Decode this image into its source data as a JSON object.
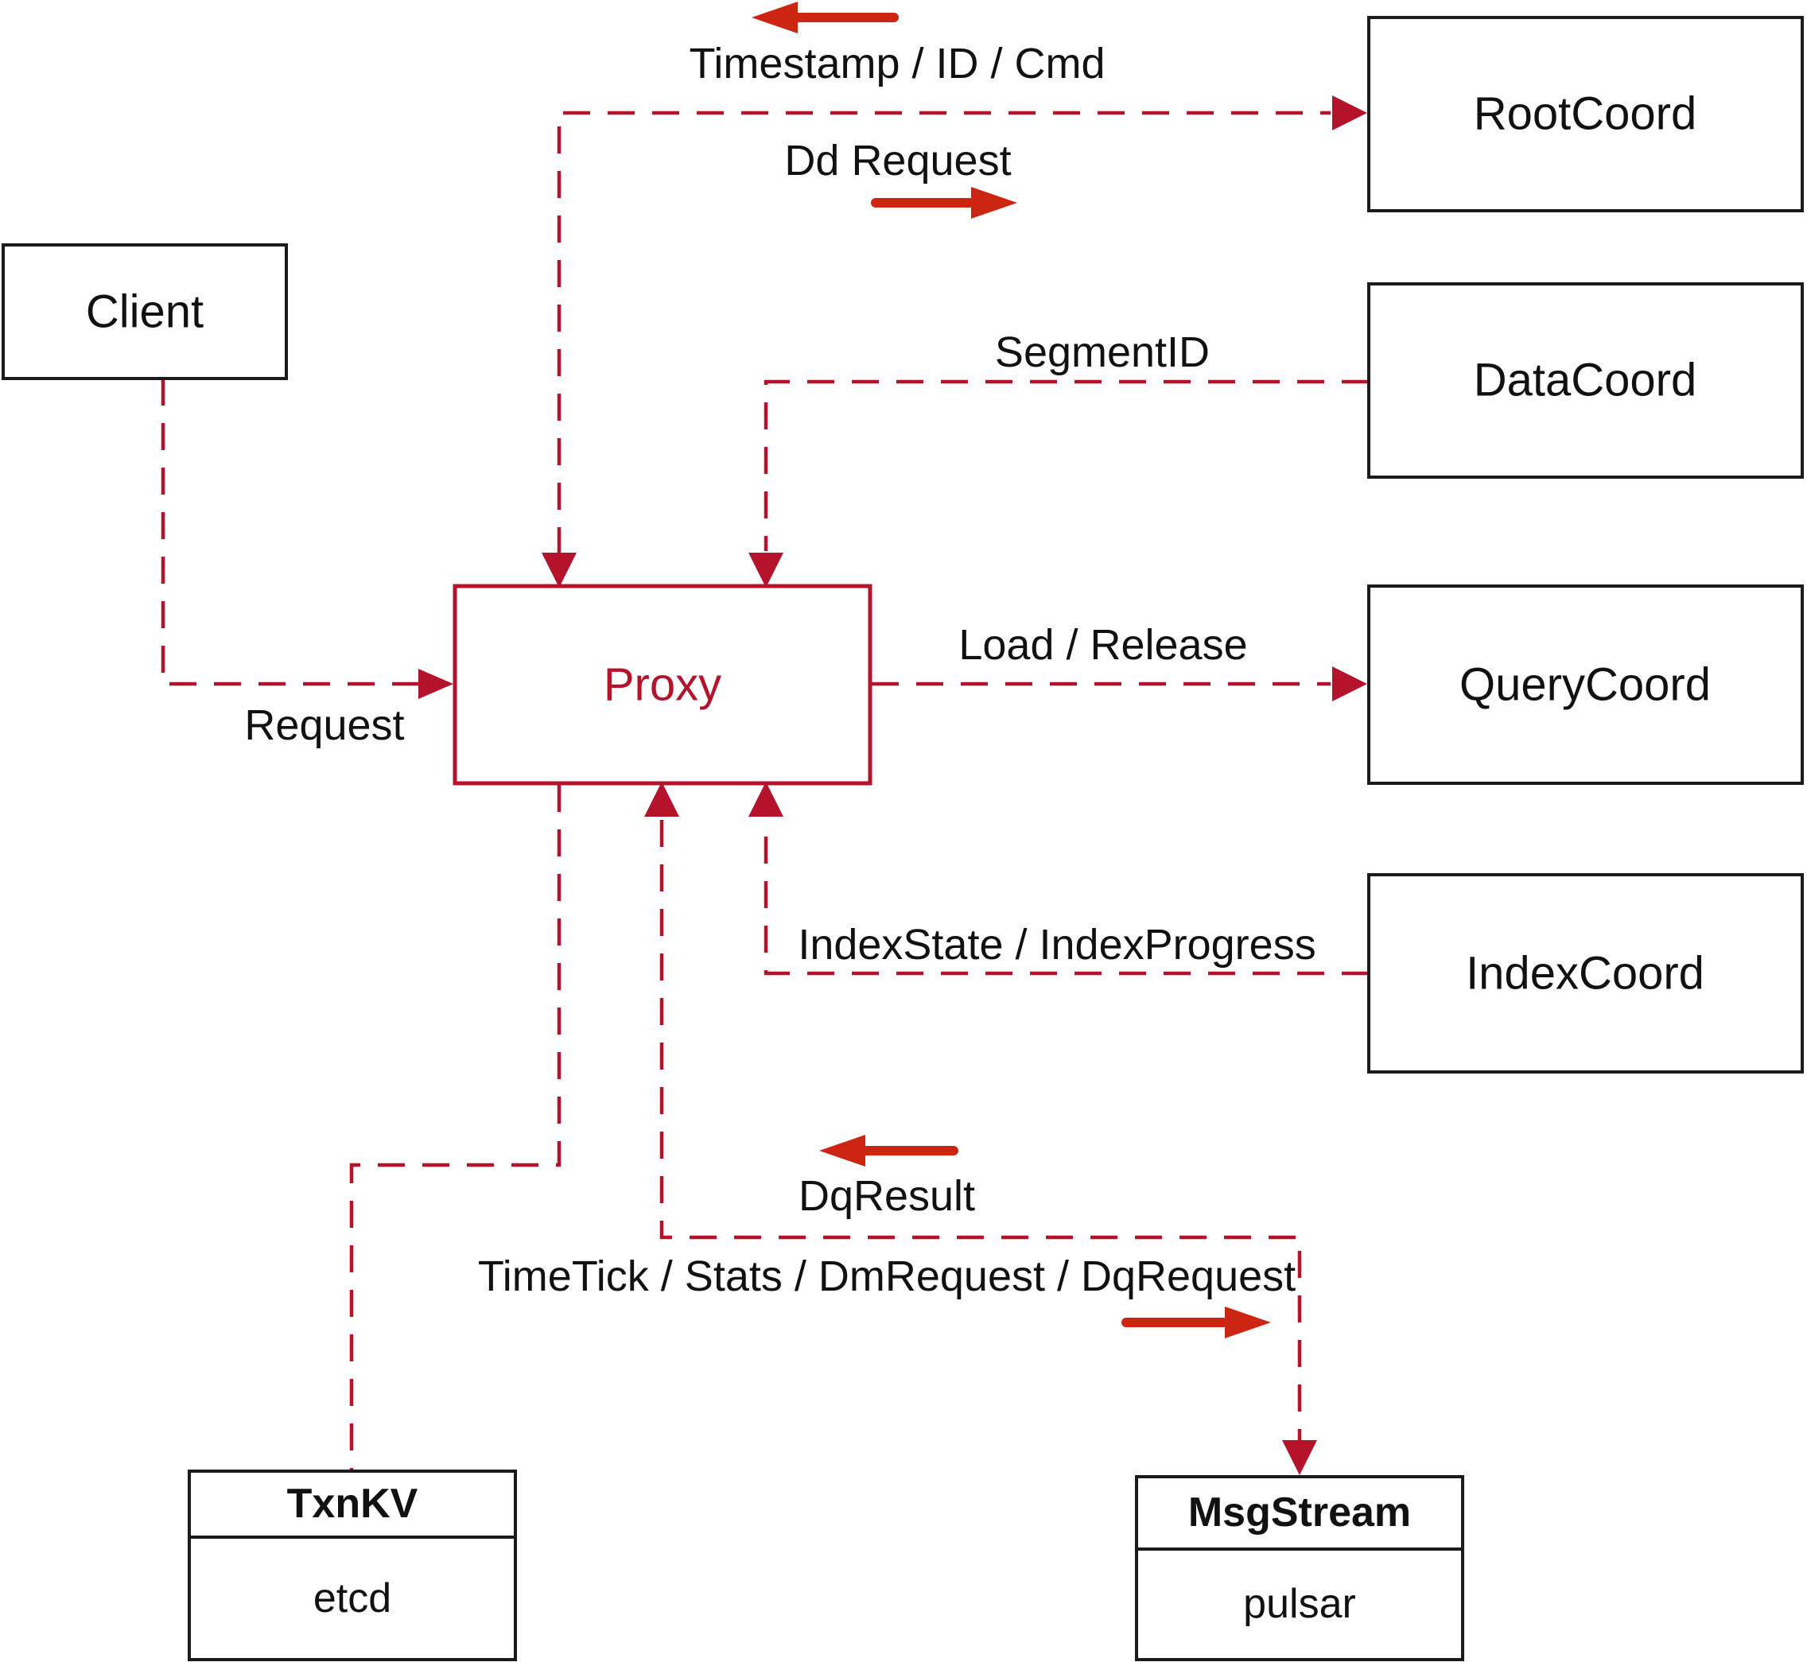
{
  "title": "Proxy architecture diagram",
  "colors": {
    "background": "#ffffff",
    "box_border": "#1b1b1b",
    "text_black": "#111111",
    "line_red": "#b5122b",
    "proxy_red": "#b5122b",
    "solid_arrow_red": "#cc2512"
  },
  "nodes": {
    "client": {
      "label": "Client"
    },
    "proxy": {
      "label": "Proxy"
    },
    "rootcoord": {
      "label": "RootCoord"
    },
    "datacoord": {
      "label": "DataCoord"
    },
    "querycoord": {
      "label": "QueryCoord"
    },
    "indexcoord": {
      "label": "IndexCoord"
    },
    "txnkv": {
      "title": "TxnKV",
      "impl": "etcd"
    },
    "msgstream": {
      "title": "MsgStream",
      "impl": "pulsar"
    }
  },
  "edge_labels": {
    "client_to_proxy": "Request",
    "rootcoord_to_proxy": "Timestamp / ID / Cmd",
    "proxy_to_rootcoord": "Dd Request",
    "datacoord_to_proxy": "SegmentID",
    "proxy_to_querycoord": "Load / Release",
    "indexcoord_to_proxy": "IndexState / IndexProgress",
    "msgstream_to_proxy": "DqResult",
    "proxy_to_msgstream": "TimeTick / Stats / DmRequest / DqRequest"
  }
}
